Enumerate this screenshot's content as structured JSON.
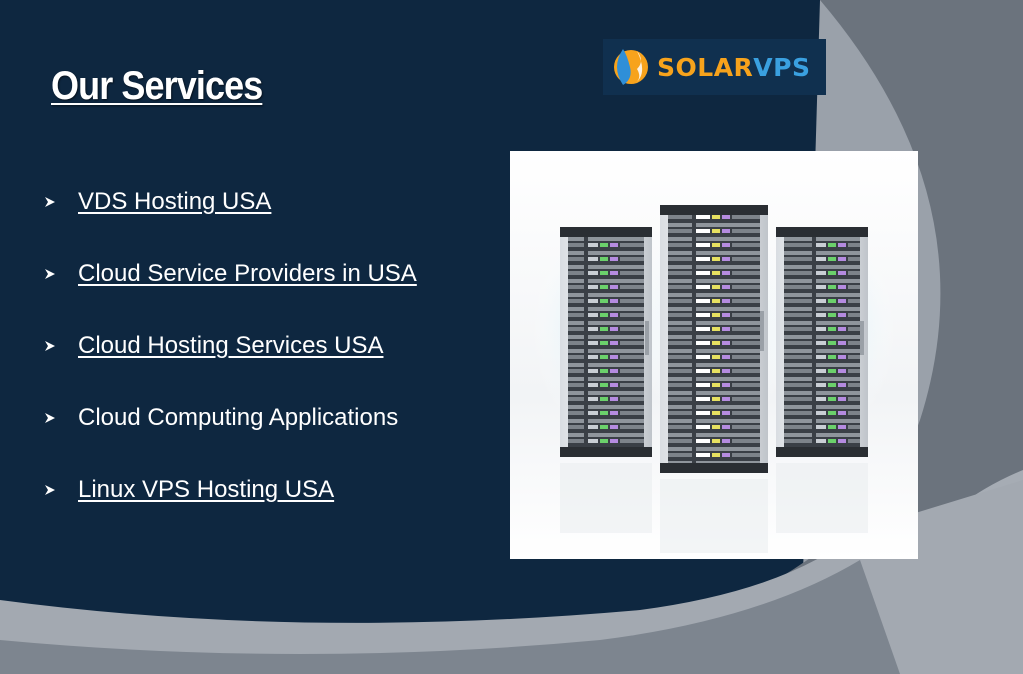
{
  "slide": {
    "title": "Our Services",
    "logo": {
      "text_solar": "SOLAR",
      "text_vps": "VPS",
      "icon": "solarvps-swirl-icon"
    },
    "services": [
      {
        "label": "VDS Hosting USA",
        "is_link": true
      },
      {
        "label": "Cloud Service Providers in USA",
        "is_link": true
      },
      {
        "label": "Cloud Hosting Services USA",
        "is_link": true
      },
      {
        "label": "Cloud Computing Applications",
        "is_link": false
      },
      {
        "label": "Linux VPS Hosting USA",
        "is_link": true
      }
    ],
    "bullet_icon": "arrow-bullet-icon",
    "image": "server-racks-photo"
  },
  "colors": {
    "background": "#0e2740",
    "swoosh_light": "#a3a9b1",
    "swoosh_dark": "#6a727c",
    "text": "#ffffff",
    "logo_orange": "#f7a31c",
    "logo_blue": "#3aa0e0"
  }
}
